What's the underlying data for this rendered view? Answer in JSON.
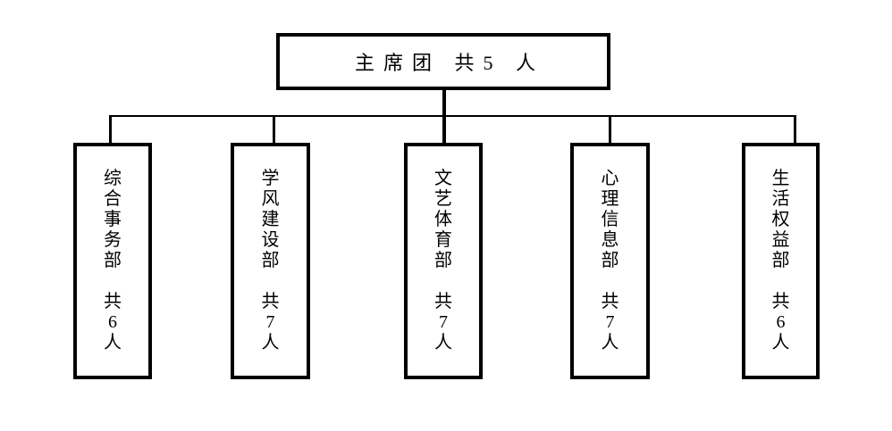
{
  "page": {
    "background_color": "#ffffff",
    "line_color": "#000000",
    "text_color": "#000000"
  },
  "org_chart": {
    "root": {
      "label": "主席团 共5 人",
      "name": "主席团",
      "member_count": 5
    },
    "departments": [
      {
        "name": "综合事务部",
        "count_label": "共6人",
        "member_count": 6
      },
      {
        "name": "学风建设部",
        "count_label": "共7人",
        "member_count": 7
      },
      {
        "name": "文艺体育部",
        "count_label": "共7人",
        "member_count": 7
      },
      {
        "name": "心理信息部",
        "count_label": "共7人",
        "member_count": 7
      },
      {
        "name": "生活权益部",
        "count_label": "共6人",
        "member_count": 6
      }
    ]
  }
}
